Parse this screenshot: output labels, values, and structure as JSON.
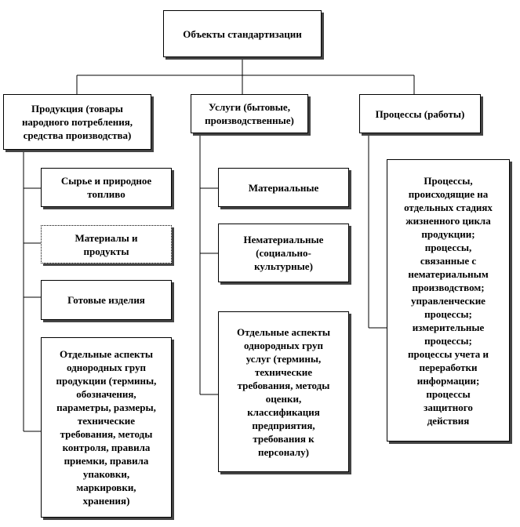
{
  "root": {
    "label": "Объекты стандартизации"
  },
  "categories": [
    {
      "title": "Продукция (товары\nнародного потребления,\nсредства производства)",
      "items": [
        "Сырье и природное\nтопливо",
        "Материалы и\nпродукты",
        "Готовые изделия",
        "Отдельные аспекты\nоднородных груп\nпродукции (термины,\nобозначения,\nпараметры, размеры,\nтехнические\nтребования, методы\nконтроля, правила\nприемки, правила\nупаковки,\nмаркировки,\nхранения)"
      ]
    },
    {
      "title": "Услуги (бытовые,\nпроизводственные)",
      "items": [
        "Материальные",
        "Нематериальные\n(социально-\nкультурные)",
        "Отдельные аспекты\nоднородных груп\nуслуг  (термины,\nтехнические\nтребования, методы\nоценки,\nклассификация\nпредприятия,\nтребования к\nперсоналу)"
      ]
    },
    {
      "title": "Процессы (работы)",
      "items": [
        "Процессы,\nпроисходящие  на\nотдельных стадиях\nжизненного цикла\nпродукции;\nпроцессы,\nсвязанные с\nнематериальным\nпроизводством;\nуправленческие\nпроцессы;\nизмерительные\nпроцессы;\nпроцессы учета и\nпереработки\nинформации;\nпроцессы\nзащитного\nдействия"
      ]
    }
  ]
}
